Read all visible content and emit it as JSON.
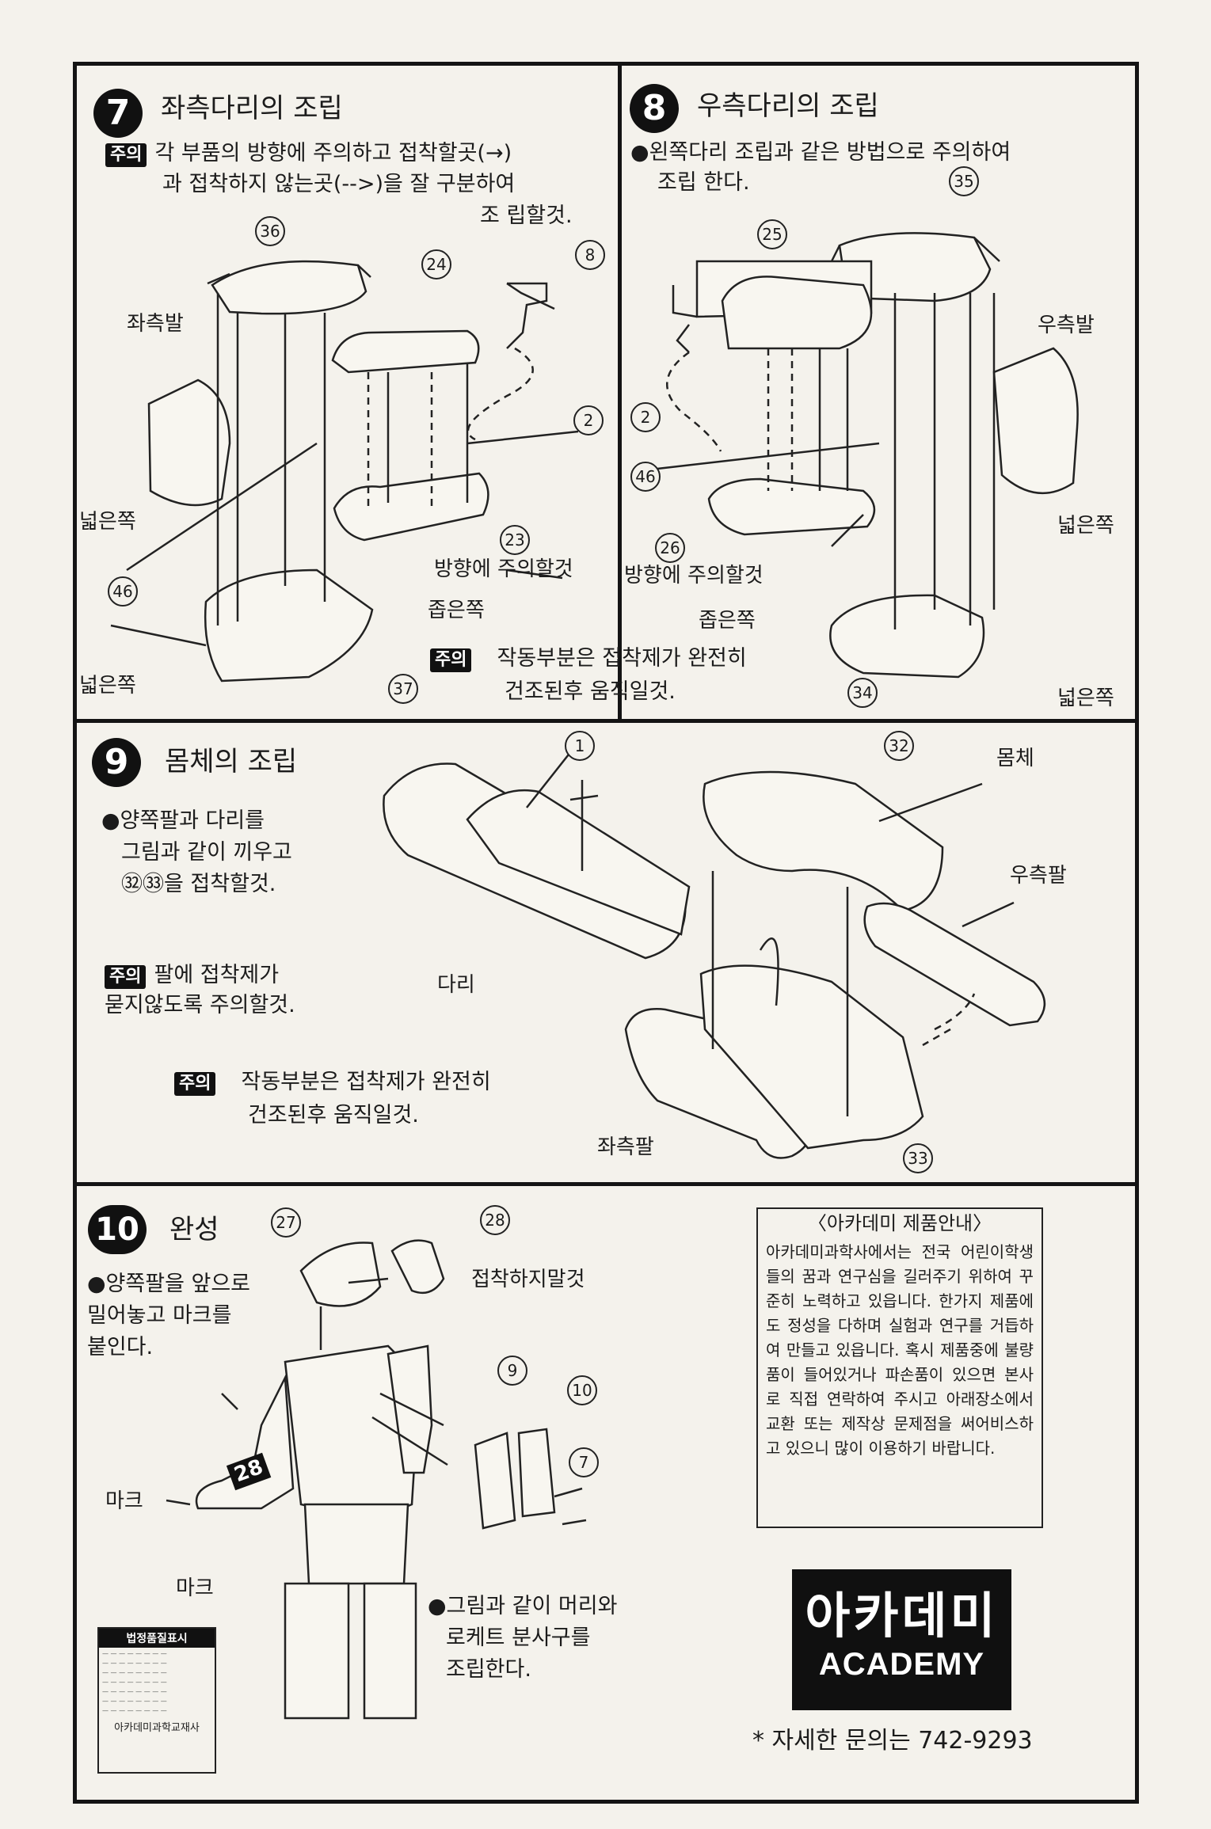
{
  "step7": {
    "number": "7",
    "title": "좌측다리의 조립",
    "note_badge": "주의",
    "note_line1": "각 부품의 방향에 주의하고 접착할곳(→)",
    "note_line2": "과 접착하지 않는곳(-->)을 잘 구분하여",
    "note_line3": "조 립할것.",
    "labels": {
      "left_foot": "좌측발",
      "wide_side_1": "넓은쪽",
      "wide_side_2": "넓은쪽",
      "narrow_side": "좁은쪽",
      "mind_direction": "방향에 주의할것"
    },
    "parts": [
      "36",
      "24",
      "8",
      "2",
      "23",
      "46",
      "37"
    ]
  },
  "step8": {
    "number": "8",
    "title": "우측다리의 조립",
    "note_line1": "●왼쪽다리 조립과 같은 방법으로 주의하여",
    "note_line2": "조립  한다.",
    "labels": {
      "right_foot": "우측발",
      "wide_side_1": "넓은쪽",
      "wide_side_2": "넓은쪽",
      "narrow_side": "좁은쪽",
      "mind_direction": "방향에 주의할것"
    },
    "parts": [
      "35",
      "25",
      "2",
      "46",
      "26",
      "34"
    ]
  },
  "shared_note": {
    "badge": "주의",
    "line1": "작동부분은 접착제가 완전히",
    "line2": "건조된후 움직일것."
  },
  "step9": {
    "number": "9",
    "title": "몸체의 조립",
    "text_line1": "●양쪽팔과 다리를",
    "text_line2": "그림과 같이 끼우고",
    "text_line3": "㉜㉝을 접착할것.",
    "note1_badge": "주의",
    "note1_line1": "팔에 접착제가",
    "note1_line2": "묻지않도록 주의할것.",
    "note2_badge": "주의",
    "note2_line1": "작동부분은 접착제가 완전히",
    "note2_line2": "건조된후 움직일것.",
    "labels": {
      "body": "몸체",
      "right_arm": "우측팔",
      "legs": "다리",
      "left_arm": "좌측팔"
    },
    "parts": [
      "1",
      "32",
      "33"
    ]
  },
  "step10": {
    "number": "10",
    "title": "완성",
    "text_line1": "●양쪽팔을 앞으로",
    "text_line2": "밀어놓고 마크를",
    "text_line3": "붙인다.",
    "labels": {
      "do_not_glue": "접착하지말것",
      "mark_1": "마크",
      "mark_2": "마크",
      "decal": "28"
    },
    "bottom_line1": "●그림과 같이 머리와",
    "bottom_line2": "로케트 분사구를",
    "bottom_line3": "조립한다.",
    "parts": [
      "27",
      "28",
      "9",
      "10",
      "7"
    ]
  },
  "product_info": {
    "title": "〈아카데미 제품안내〉",
    "body": "아카데미과학사에서는 전국 어린이학생들의 꿈과 연구심을 길러주기 위하여 꾸준히 노력하고 있읍니다. 한가지 제품에도 정성을 다하며 실험과 연구를 거듭하여 만들고 있읍니다. 혹시 제품중에 불량품이 들어있거나 파손품이 있으면 본사로 직접 연락하여 주시고 아래장소에서 교환 또는 제작상 문제점을 써어비스하고 있으니 많이 이용하기 바랍니다."
  },
  "logo": {
    "korean": "아카데미",
    "english": "ACADEMY"
  },
  "contact": "* 자세한 문의는 742-9293",
  "legal": {
    "title": "법정품질표시",
    "company": "아카데미과학교재사"
  }
}
